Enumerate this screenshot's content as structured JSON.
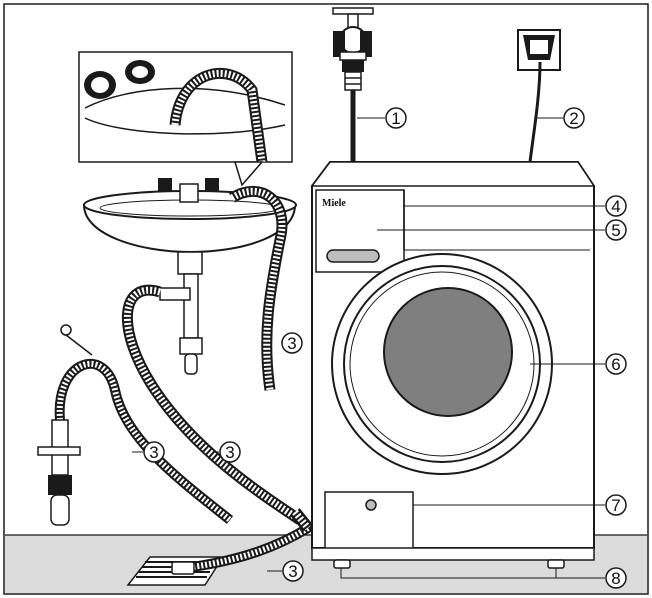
{
  "brand": {
    "logo_text": "Miele"
  },
  "callouts": [
    {
      "id": "water-tap",
      "number": "1"
    },
    {
      "id": "power-socket",
      "number": "2"
    },
    {
      "id": "drain-hose",
      "number": "3"
    },
    {
      "id": "machine-top",
      "number": "4"
    },
    {
      "id": "detergent-drawer",
      "number": "5"
    },
    {
      "id": "door",
      "number": "6"
    },
    {
      "id": "service-panel",
      "number": "7"
    },
    {
      "id": "feet",
      "number": "8"
    }
  ],
  "colors": {
    "line": "#1a1a1a",
    "floor": "#dcdcdc",
    "glass": "#7f7f7f",
    "drawer_handle": "#bdbdbd",
    "background": "#ffffff"
  }
}
